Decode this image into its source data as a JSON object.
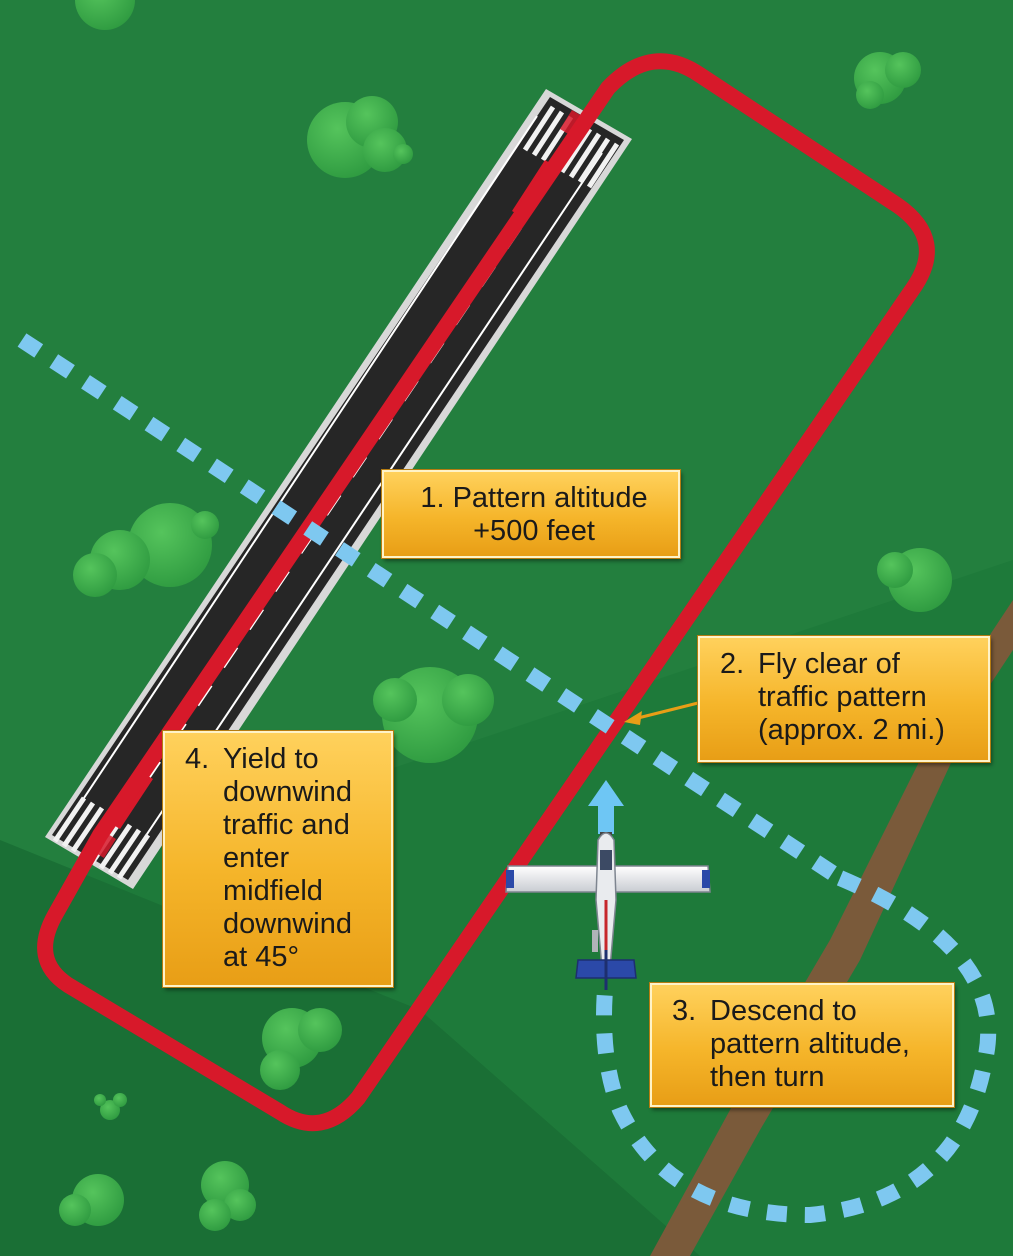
{
  "diagram": {
    "title": "Entering the traffic pattern from the upwind side",
    "colors": {
      "grass": "#1e7a3a",
      "grass_light": "#2f8f44",
      "trees": "#3cae4a",
      "runway": "#2a2a2a",
      "pattern_path": "#d7192a",
      "approach_path": "#7ec8f0",
      "road": "#7a5a3a",
      "callout_fill": "#f5b52a"
    },
    "icons": {
      "aircraft": "high-wing-airplane-icon",
      "direction": "arrow-up-icon"
    }
  },
  "callouts": {
    "step1": {
      "number": "1.",
      "lines": [
        "Pattern altitude",
        "+500 feet"
      ]
    },
    "step2": {
      "number": "2.",
      "lines": [
        "Fly clear of",
        "traffic pattern",
        "(approx. 2 mi.)"
      ]
    },
    "step3": {
      "number": "3.",
      "lines": [
        "Descend to",
        "pattern altitude,",
        "then turn"
      ]
    },
    "step4": {
      "number": "4.",
      "lines": [
        "Yield to",
        "downwind",
        "traffic and",
        "enter",
        "midfield",
        "downwind",
        "at 45°"
      ]
    }
  }
}
